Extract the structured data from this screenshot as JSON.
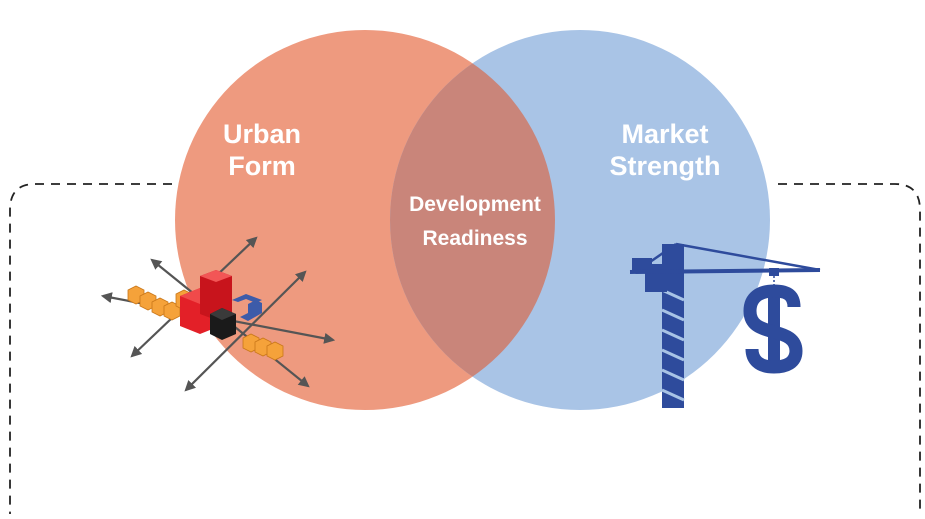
{
  "venn": {
    "left_circle": {
      "line1": "Urban",
      "line2": "Form",
      "color": "#EE9A7F"
    },
    "right_circle": {
      "line1": "Market",
      "line2": "Strength",
      "color": "#A9C4E6"
    },
    "overlap": {
      "line1": "Development",
      "line2": "Readiness",
      "color": "#C9857A"
    }
  },
  "icons": {
    "left_icon": "urban-buildings-grid-icon",
    "right_icon": "crane-with-dollar-icon"
  },
  "colors": {
    "frame_border": "#222222",
    "building_red": "#E32028",
    "building_black": "#1A1A1A",
    "building_blue": "#3D5BA9",
    "building_orange": "#F5A23A",
    "arrow_gray": "#555555",
    "crane_blue": "#2E4B9C"
  }
}
